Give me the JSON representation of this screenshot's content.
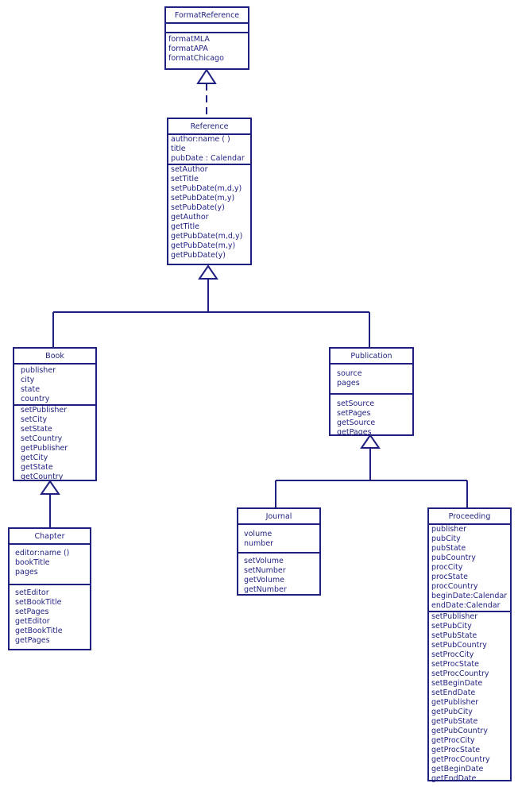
{
  "colors": {
    "ink": "#1f1f80",
    "background": "#ffffff"
  },
  "classes": {
    "format_reference": {
      "name": "FormatReference",
      "attributes": [],
      "operations": [
        "formatMLA",
        "formatAPA",
        "formatChicago"
      ]
    },
    "reference": {
      "name": "Reference",
      "attributes": [
        "author:name ( )",
        "title",
        "pubDate : Calendar"
      ],
      "operations": [
        "setAuthor",
        "setTitle",
        "setPubDate(m,d,y)",
        "setPubDate(m,y)",
        "setPubDate(y)",
        "getAuthor",
        "getTitle",
        "getPubDate(m,d,y)",
        "getPubDate(m,y)",
        "getPubDate(y)"
      ]
    },
    "book": {
      "name": "Book",
      "attributes": [
        "publisher",
        "city",
        "state",
        "country"
      ],
      "operations": [
        "setPublisher",
        "setCity",
        "setState",
        "setCountry",
        "getPublisher",
        "getCity",
        "getState",
        "getCountry"
      ]
    },
    "publication": {
      "name": "Publication",
      "attributes": [
        "source",
        "pages"
      ],
      "operations": [
        "setSource",
        "setPages",
        "getSource",
        "getPages"
      ]
    },
    "chapter": {
      "name": "Chapter",
      "attributes": [
        "editor:name ()",
        "bookTitle",
        "pages"
      ],
      "operations": [
        "setEditor",
        "setBookTitle",
        "setPages",
        "getEditor",
        "getBookTitle",
        "getPages"
      ]
    },
    "journal": {
      "name": "Journal",
      "attributes": [
        "volume",
        "number"
      ],
      "operations": [
        "setVolume",
        "setNumber",
        "getVolume",
        "getNumber"
      ]
    },
    "proceeding": {
      "name": "Proceeding",
      "attributes": [
        "publisher",
        "pubCity",
        "pubState",
        "pubCountry",
        "procCity",
        "procState",
        "procCountry",
        "beginDate:Calendar",
        "endDate:Calendar"
      ],
      "operations": [
        "setPublisher",
        "setPubCity",
        "setPubState",
        "setPubCountry",
        "setProcCity",
        "setProcState",
        "setProcCountry",
        "setBeginDate",
        "setEndDate",
        "getPublisher",
        "getPubCity",
        "getPubState",
        "getPubCountry",
        "getProcCity",
        "getProcState",
        "getProcCountry",
        "getBeginDate",
        "getEndDate"
      ]
    }
  },
  "relations": [
    {
      "type": "realization",
      "from": "reference",
      "to": "format_reference"
    },
    {
      "type": "generalization",
      "from": "book",
      "to": "reference"
    },
    {
      "type": "generalization",
      "from": "publication",
      "to": "reference"
    },
    {
      "type": "generalization",
      "from": "chapter",
      "to": "book"
    },
    {
      "type": "generalization",
      "from": "journal",
      "to": "publication"
    },
    {
      "type": "generalization",
      "from": "proceeding",
      "to": "publication"
    }
  ]
}
